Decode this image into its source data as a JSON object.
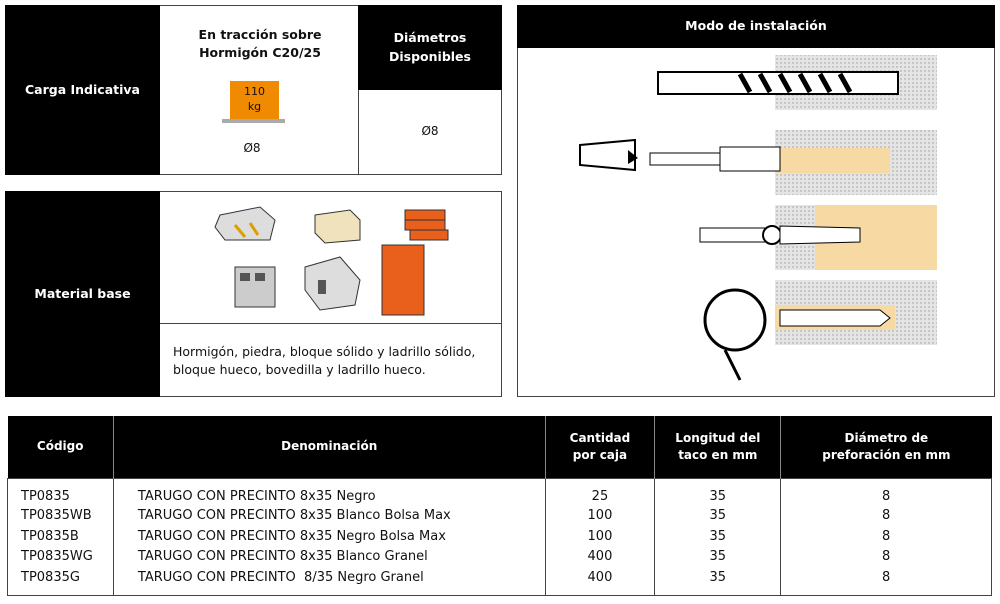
{
  "carga": {
    "label": "Carga Indicativa",
    "title": "En tracción sobre Hormigón C20/25",
    "load_value": "110",
    "load_unit": "kg",
    "diameter": "Ø8"
  },
  "diametros": {
    "label": "Diámetros Disponibles",
    "value": "Ø8"
  },
  "material": {
    "label": "Material base",
    "description": "Hormigón, piedra, bloque sólido y ladrillo sólido, bloque hueco, bovedilla y ladrillo hueco."
  },
  "instalacion": {
    "label": "Modo de instalación"
  },
  "colors": {
    "accent": "#f08a00",
    "plug": "#f7d9a3"
  },
  "table": {
    "headers": [
      "Código",
      "Denominación",
      "Cantidad por caja",
      "Longitud del taco en mm",
      "Diámetro de preforación en mm"
    ],
    "rows": [
      [
        "TP0835",
        "TARUGO CON PRECINTO 8x35 Negro",
        "25",
        "35",
        "8"
      ],
      [
        "TP0835WB",
        "TARUGO CON PRECINTO 8x35 Blanco Bolsa Max",
        "100",
        "35",
        "8"
      ],
      [
        "TP0835B",
        "TARUGO CON PRECINTO 8x35 Negro Bolsa Max",
        "100",
        "35",
        "8"
      ],
      [
        "TP0835WG",
        "TARUGO CON PRECINTO 8x35 Blanco Granel",
        "400",
        "35",
        "8"
      ],
      [
        "TP0835G",
        "TARUGO CON PRECINTO  8/35 Negro Granel",
        "400",
        "35",
        "8"
      ]
    ]
  }
}
